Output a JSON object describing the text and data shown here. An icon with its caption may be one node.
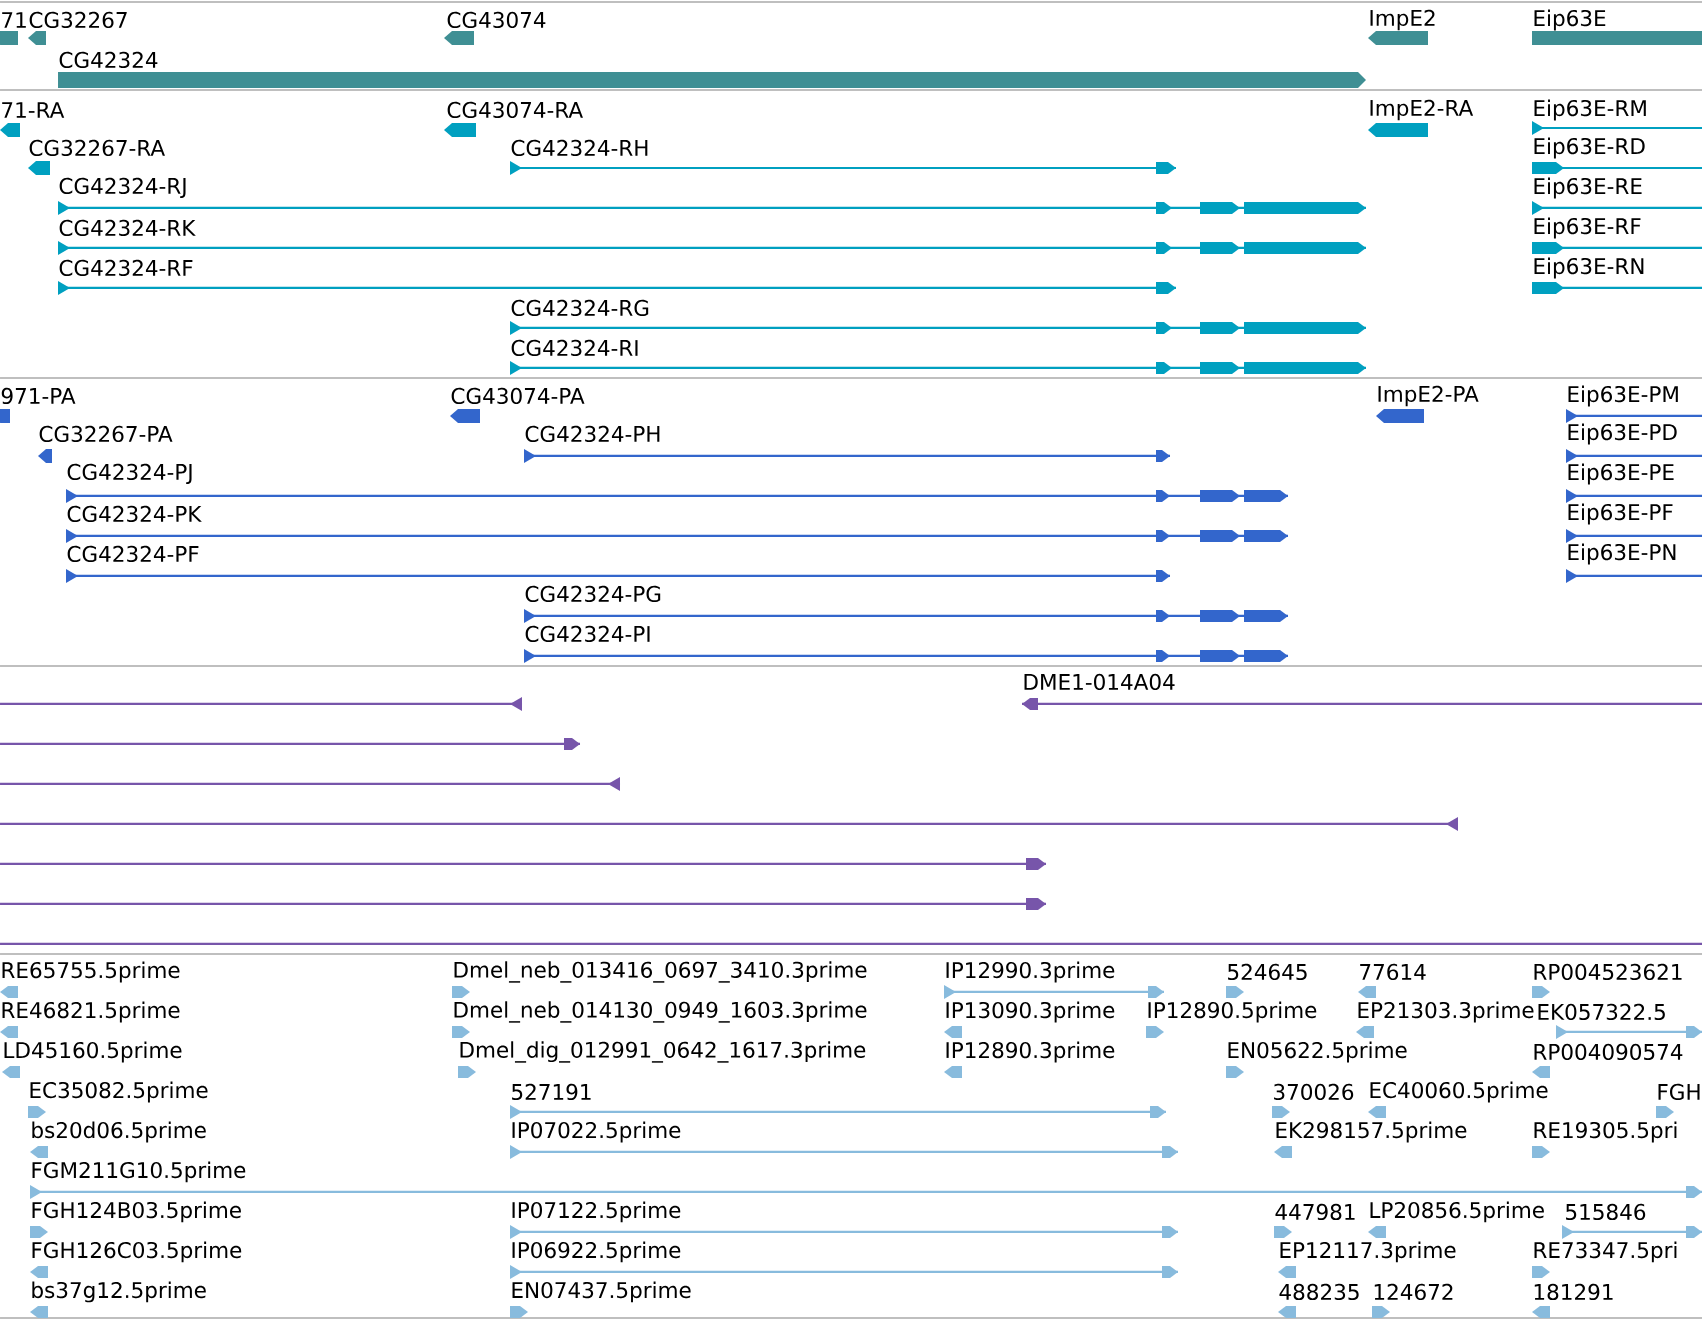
{
  "diagram": {
    "labels": [
      "71",
      "CG32267",
      "CG43074",
      "ImpE2",
      "Eip63E",
      "CG42324",
      "71-RA",
      "CG43074-RA",
      "ImpE2-RA",
      "Eip63E-RM",
      "CG32267-RA",
      "CG42324-RH",
      "Eip63E-RD",
      "CG42324-RJ",
      "Eip63E-RE",
      "CG42324-RK",
      "Eip63E-RF",
      "CG42324-RF",
      "Eip63E-RN",
      "CG42324-RG",
      "CG42324-RI",
      "971-PA",
      "CG43074-PA",
      "ImpE2-PA",
      "Eip63E-PM",
      "CG32267-PA",
      "CG42324-PH",
      "Eip63E-PD",
      "CG42324-PJ",
      "Eip63E-PE",
      "CG42324-PK",
      "Eip63E-PF",
      "CG42324-PF",
      "Eip63E-PN",
      "CG42324-PG",
      "CG42324-PI",
      "DME1-014A04",
      "RE65755.5prime",
      "Dmel_neb_013416_0697_3410.3prime",
      "IP12990.3prime",
      "524645",
      "77614",
      "RP004523621",
      "RE46821.5prime",
      "Dmel_neb_014130_0949_1603.3prime",
      "IP13090.3prime",
      "IP12890.5prime",
      "EP21303.3prime",
      "EK057322.5",
      "LD45160.5prime",
      "Dmel_dig_012991_0642_1617.3prime",
      "IP12890.3prime",
      "EN05622.5prime",
      "RP004090574",
      "EC35082.5prime",
      "527191",
      "370026",
      "EC40060.5prime",
      "FGH",
      "bs20d06.5prime",
      "IP07022.5prime",
      "EK298157.5prime",
      "RE19305.5pri",
      "FGM211G10.5prime",
      "FGH124B03.5prime",
      "IP07122.5prime",
      "447981",
      "LP20856.5prime",
      "515846",
      "FGH126C03.5prime",
      "IP06922.5prime",
      "EP12117.3prime",
      "RE73347.5pri",
      "bs37g12.5prime",
      "EN07437.5prime",
      "488235",
      "124672",
      "181291"
    ]
  }
}
